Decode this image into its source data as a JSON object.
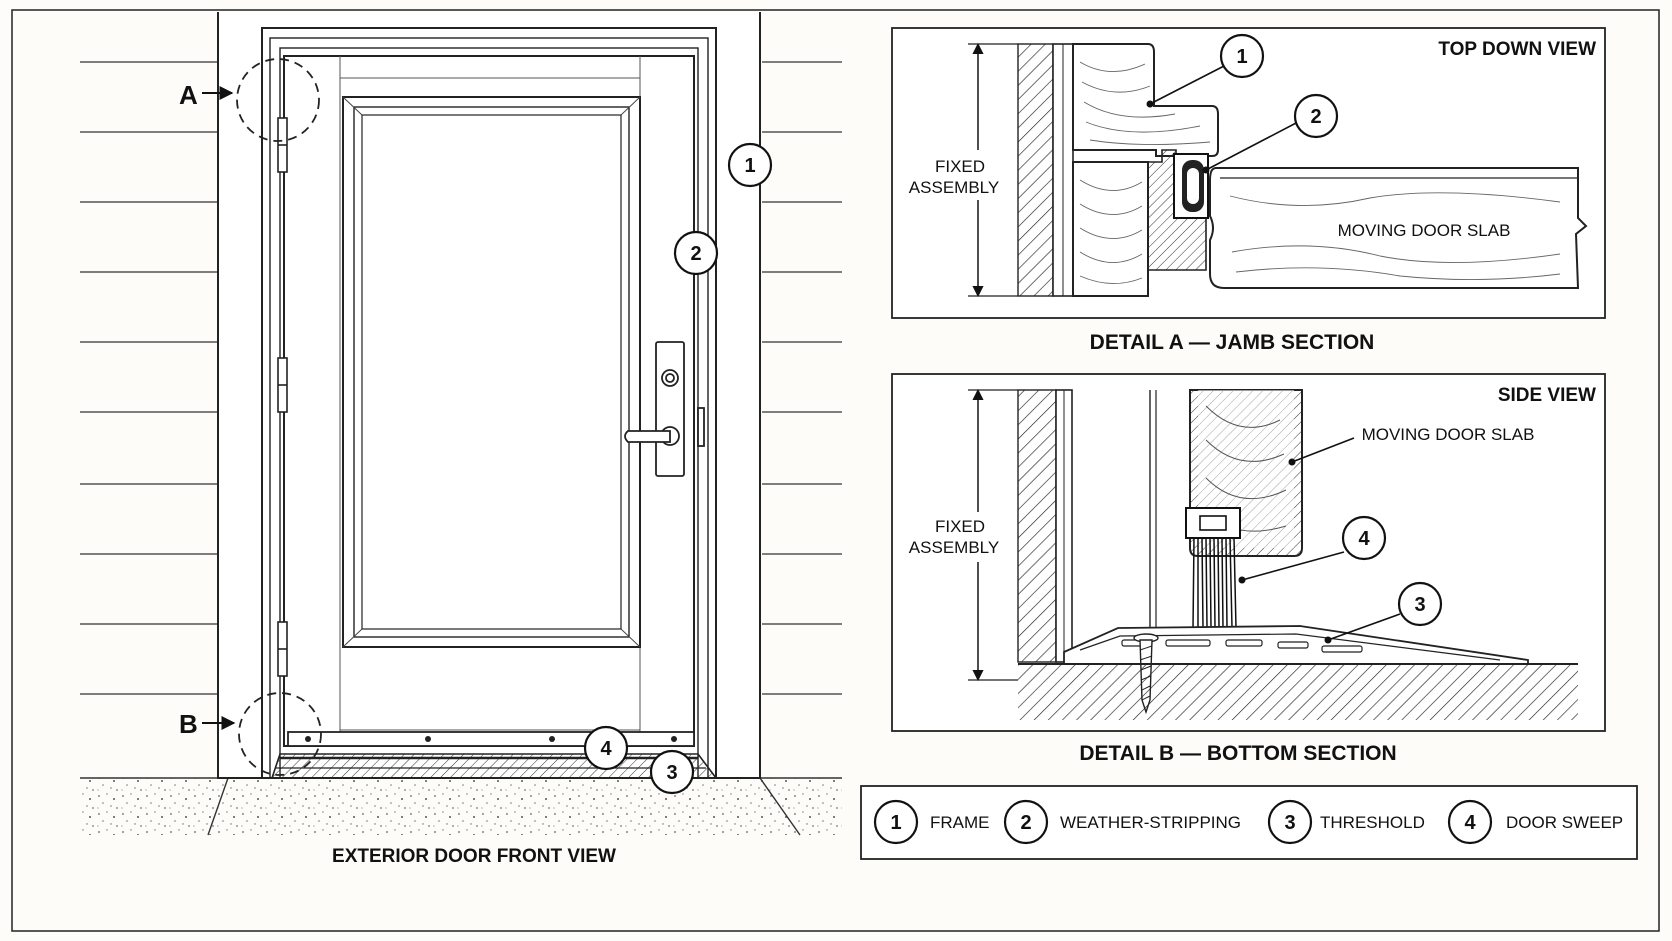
{
  "front_view": {
    "caption": "EXTERIOR DOOR FRONT VIEW",
    "detail_markers": [
      "A",
      "B"
    ]
  },
  "detail_a": {
    "view_label": "TOP DOWN VIEW",
    "title": "DETAIL A — JAMB SECTION",
    "fixed_label_line1": "FIXED",
    "fixed_label_line2": "ASSEMBLY",
    "moving_label": "MOVING DOOR SLAB"
  },
  "detail_b": {
    "view_label": "SIDE VIEW",
    "title": "DETAIL B — BOTTOM SECTION",
    "fixed_label_line1": "FIXED",
    "fixed_label_line2": "ASSEMBLY",
    "moving_label": "MOVING DOOR SLAB"
  },
  "callouts": [
    "1",
    "2",
    "3",
    "4"
  ],
  "legend": [
    {
      "num": "1",
      "label": "FRAME"
    },
    {
      "num": "2",
      "label": "WEATHER-STRIPPING"
    },
    {
      "num": "3",
      "label": "THRESHOLD"
    },
    {
      "num": "4",
      "label": "DOOR SWEEP"
    }
  ],
  "colors": {
    "background": "#fdfcf8",
    "ink": "#1a1a1a",
    "fill": "#ffffff"
  }
}
